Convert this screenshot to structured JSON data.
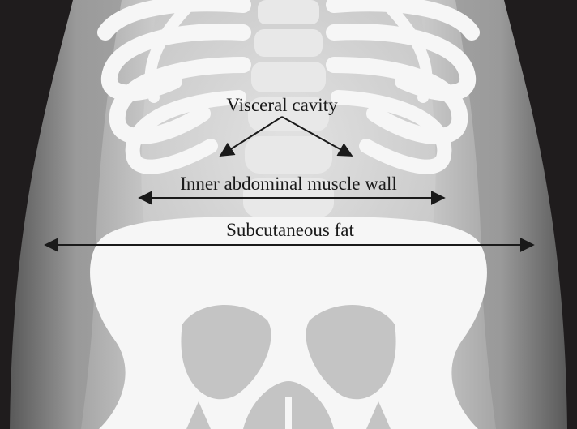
{
  "labels": {
    "visceral_cavity": "Visceral cavity",
    "inner_muscle_wall": "Inner abdominal muscle wall",
    "subcutaneous_fat": "Subcutaneous fat"
  },
  "colors": {
    "background": "#1f1c1d",
    "fat_outer": "#6f6f6f",
    "fat_inner": "#8c8c8c",
    "muscle_wall": "#b3b3b3",
    "visceral": "#d4d4d4",
    "bone": "#f6f6f6",
    "arrow": "#1a1a1a"
  }
}
